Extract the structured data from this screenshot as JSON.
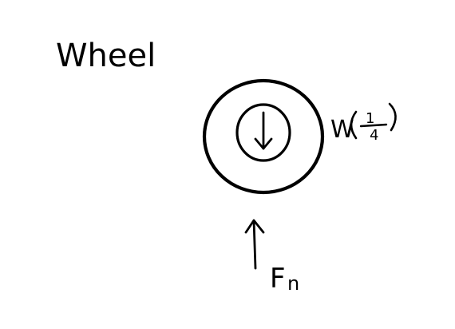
{
  "diagram": {
    "title": "Wheel",
    "labels": {
      "weight_prefix": "W",
      "fraction_numerator": "1",
      "fraction_denominator": "4",
      "normal_force_base": "F",
      "normal_force_subscript": "n"
    },
    "arrows": {
      "weight": {
        "name": "weight-arrow",
        "direction": "down"
      },
      "normal_force": {
        "name": "normal-force-arrow",
        "direction": "up"
      }
    },
    "colors": {
      "stroke": "#000000",
      "background": "#ffffff"
    }
  }
}
